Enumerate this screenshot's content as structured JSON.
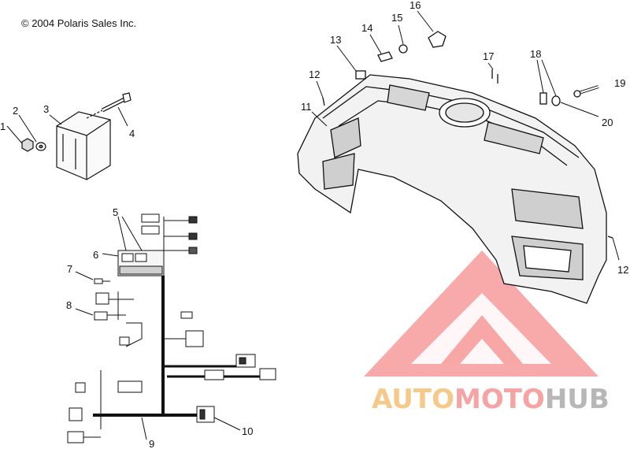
{
  "copyright": "© 2004 Polaris Sales Inc.",
  "callouts": [
    {
      "id": "c1",
      "text": "1"
    },
    {
      "id": "c2",
      "text": "2"
    },
    {
      "id": "c3",
      "text": "3"
    },
    {
      "id": "c4",
      "text": "4"
    },
    {
      "id": "c5",
      "text": "5"
    },
    {
      "id": "c6",
      "text": "6"
    },
    {
      "id": "c7",
      "text": "7"
    },
    {
      "id": "c8",
      "text": "8"
    },
    {
      "id": "c9",
      "text": "9"
    },
    {
      "id": "c10",
      "text": "10"
    },
    {
      "id": "c11",
      "text": "11"
    },
    {
      "id": "c12a",
      "text": "12"
    },
    {
      "id": "c12b",
      "text": "12"
    },
    {
      "id": "c13",
      "text": "13"
    },
    {
      "id": "c14",
      "text": "14"
    },
    {
      "id": "c15",
      "text": "15"
    },
    {
      "id": "c16",
      "text": "16"
    },
    {
      "id": "c17",
      "text": "17"
    },
    {
      "id": "c18",
      "text": "18"
    },
    {
      "id": "c19",
      "text": "19"
    },
    {
      "id": "c20",
      "text": "20"
    }
  ],
  "watermark": {
    "part1": "AUTO",
    "part2": "MOTO",
    "part3": "HUB",
    "color_part1": "#f5c98a",
    "color_part2": "#f5a3a3",
    "color_part3": "#b7b7b7",
    "logo_color": "#f26b6b"
  }
}
